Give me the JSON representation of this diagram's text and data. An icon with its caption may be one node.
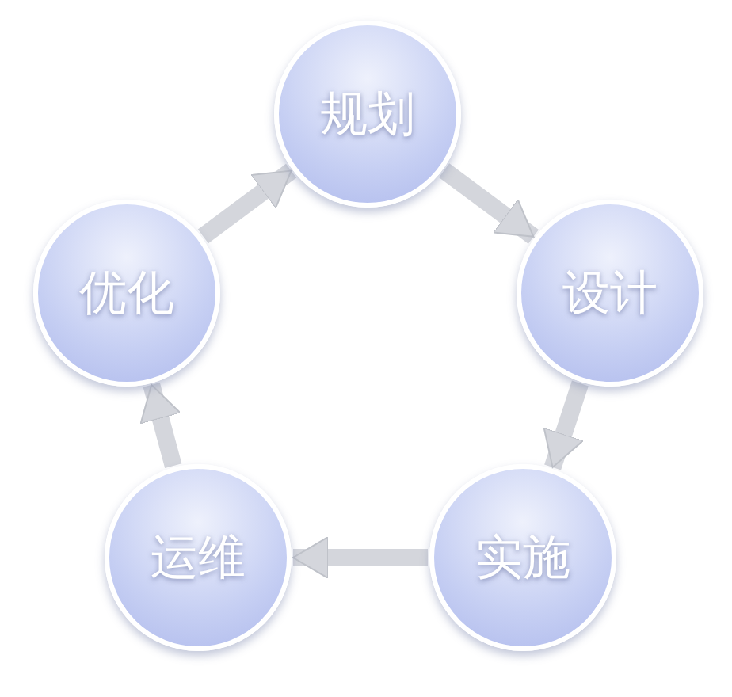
{
  "diagram": {
    "nodes": [
      {
        "text": [
          "规划"
        ]
      },
      {
        "text": [
          "设计"
        ]
      },
      {
        "text": [
          "实施"
        ]
      },
      {
        "text": [
          "运维"
        ]
      },
      {
        "text": [
          "优化"
        ]
      }
    ],
    "edges": [
      {
        "from": 0,
        "to": 1,
        "arrow": "to"
      },
      {
        "from": 1,
        "to": 2,
        "arrow": "to"
      },
      {
        "from": 2,
        "to": 3,
        "arrow": "to"
      },
      {
        "from": 3,
        "to": 4,
        "arrow": "to"
      },
      {
        "from": 4,
        "to": 0,
        "arrow": "to"
      }
    ]
  }
}
